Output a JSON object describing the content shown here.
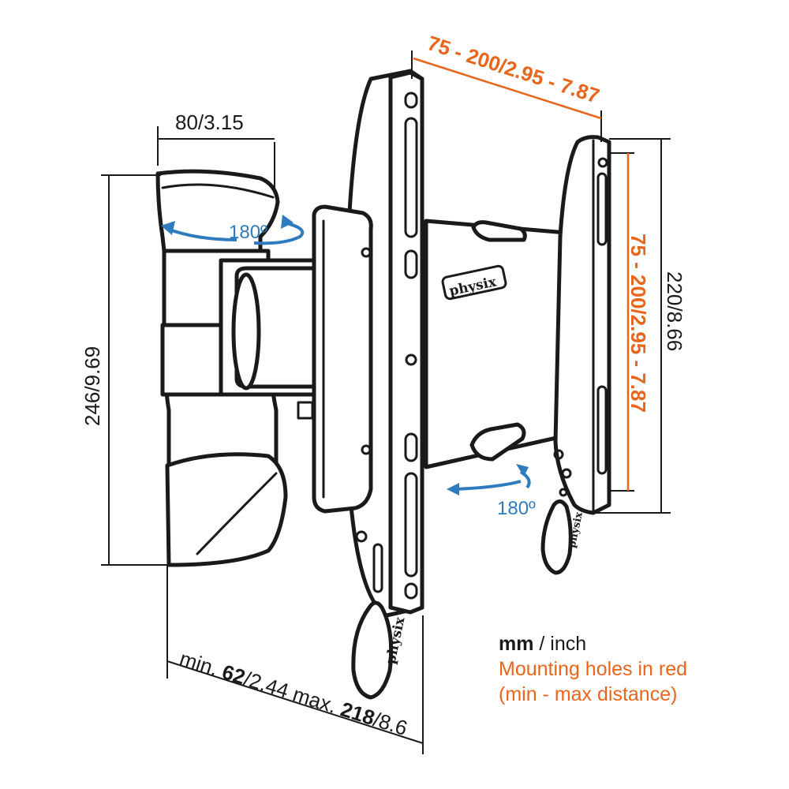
{
  "dimensions": {
    "arm_width": "80/3.15",
    "arm_height": "246/9.69",
    "vesa_horizontal": "75 - 200/2.95 - 7.87",
    "vesa_vertical": "75 - 200/2.95 - 7.87",
    "plate_height": "220/8.66",
    "depth_prefix": "min. ",
    "depth_min": "62",
    "depth_min_rest": "/2.44 max. ",
    "depth_max": "218",
    "depth_max_rest": "/8.6"
  },
  "rotation": {
    "arm_swivel": "180º",
    "plate_tilt": "180º"
  },
  "logo_text": "physix",
  "legend": {
    "unit_mm": "mm",
    "unit_sep": " / inch",
    "mounting_holes": "Mounting holes in red",
    "distance_note": "(min - max distance)"
  },
  "colors": {
    "line": "#1a1a1a",
    "mounting_holes_dimension": "#e8651c",
    "rotation_arrow": "#2f7bbf"
  }
}
